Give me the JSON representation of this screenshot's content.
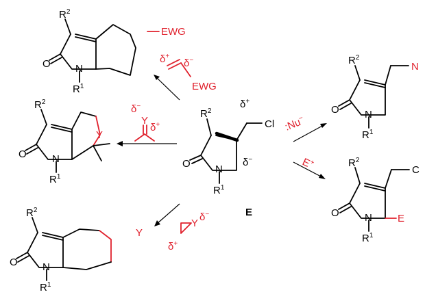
{
  "diagram": {
    "center_label": "E",
    "center": {
      "r2": "R",
      "r2_sup": "2",
      "r1": "R",
      "r1_sup": "1",
      "o": "O",
      "n": "N",
      "cl": "Cl",
      "d_plus": "δ",
      "d_plus_sup": "+",
      "d_minus": "δ",
      "d_minus_sup": "−"
    },
    "top_left": {
      "r2": "R",
      "r2_sup": "2",
      "r1": "R",
      "r1_sup": "1",
      "o": "O",
      "n": "N",
      "ewg": "EWG"
    },
    "mid_left": {
      "r2": "R",
      "r2_sup": "2",
      "r1": "R",
      "r1_sup": "1",
      "o": "O",
      "n": "N",
      "y": "Y"
    },
    "bottom_left": {
      "r2": "R",
      "r2_sup": "2",
      "r1": "R",
      "r1_sup": "1",
      "o": "O",
      "n": "N",
      "y": "Y"
    },
    "top_right": {
      "r2": "R",
      "r2_sup": "2",
      "r1": "R",
      "r1_sup": "1",
      "o": "O",
      "n": "N",
      "nu": "N"
    },
    "bottom_right": {
      "r2": "R",
      "r2_sup": "2",
      "r1": "R",
      "r1_sup": "1",
      "o": "O",
      "n": "N",
      "e": "E",
      "c": "C"
    },
    "reagents": {
      "alkene": {
        "d_plus": "δ",
        "d_plus_sup": "+",
        "d_minus": "δ",
        "d_minus_sup": "−",
        "ewg": "EWG"
      },
      "carbonyl": {
        "d_minus": "δ",
        "d_minus_sup": "−",
        "y": "Y",
        "d_plus": "δ",
        "d_plus_sup": "+"
      },
      "epoxide": {
        "y": "Y",
        "d_minus": "δ",
        "d_minus_sup": "−",
        "d_plus": "δ",
        "d_plus_sup": "+"
      },
      "nucleophile": {
        "dots": ":",
        "text": "Nu",
        "sup": "−"
      },
      "electrophile": {
        "text": "E",
        "sup": "+"
      }
    },
    "colors": {
      "accent": "#e0202c",
      "ink": "#000000"
    }
  }
}
